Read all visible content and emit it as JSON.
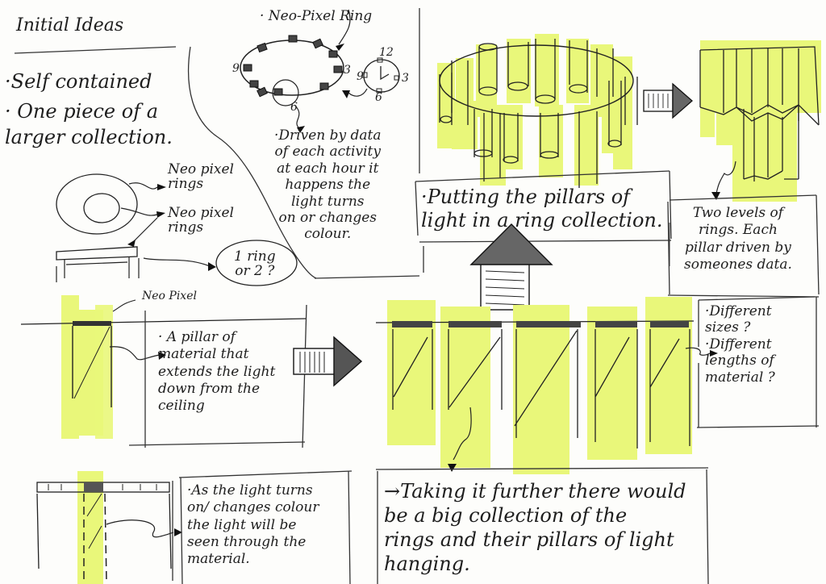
{
  "page": {
    "title": "Initial Ideas",
    "highlight_color": "#e9f77a",
    "ink_color": "#1e1e1e",
    "paper_color": "#fdfdfb"
  },
  "intro": {
    "bullets": [
      "·Self contained",
      "· One piece of a\nlarger collection."
    ]
  },
  "ring_sketch": {
    "label": "· Neo-Pixel Ring",
    "clock_numbers": [
      "12",
      "3",
      "6",
      "9"
    ],
    "ring_numbers": [
      "9",
      "3",
      "6"
    ],
    "note": "·Driven by data\nof each activity\nat each hour it\nhappens the\nlight turns\non or changes\ncolour."
  },
  "rings_diagram": {
    "label_outer": "Neo pixel\nrings",
    "label_inner": "Neo pixel\nrings",
    "question": "1 ring\nor 2 ?"
  },
  "pillar_single": {
    "label": "Neo Pixel",
    "note": "· A pillar of\nmaterial that\nextends the light\ndown from the\nceiling"
  },
  "pillar_side": {
    "note": "·As the light turns\non/ changes colour\nthe light will be\nseen through the\nmaterial."
  },
  "ring_collection": {
    "note": "·Putting the pillars of\nlight in a ring collection."
  },
  "two_levels": {
    "note": "Two levels of\nrings. Each\npillar driven by\nsomeones data."
  },
  "pillar_row": {
    "note": "·Different\nsizes ?\n·Different\nlengths of\nmaterial ?"
  },
  "further": {
    "note": "→Taking it further there would\nbe a big collection of the\nrings and their pillars of light\nhanging."
  }
}
